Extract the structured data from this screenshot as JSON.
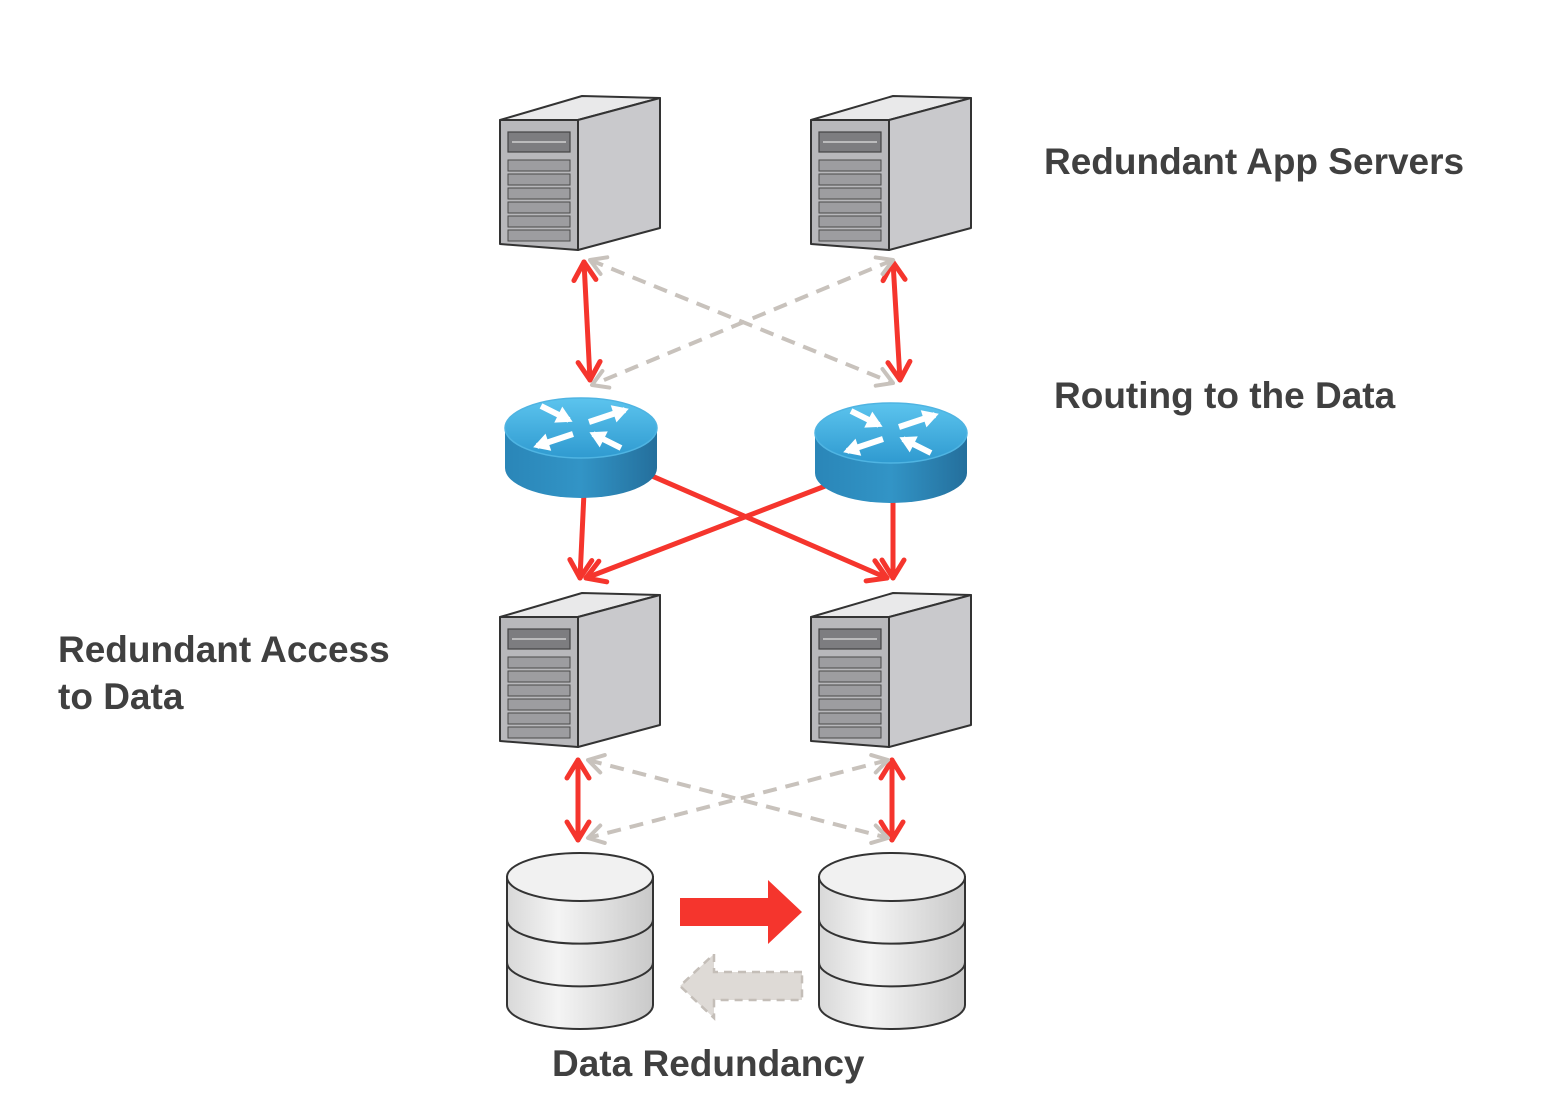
{
  "labels": {
    "app_servers": "Redundant App Servers",
    "routing": "Routing to the Data",
    "access": "Redundant Access\nto Data",
    "data_redundancy": "Data Redundancy"
  },
  "nodes": [
    {
      "id": "app-server-left",
      "kind": "server"
    },
    {
      "id": "app-server-right",
      "kind": "server"
    },
    {
      "id": "router-left",
      "kind": "router"
    },
    {
      "id": "router-right",
      "kind": "router"
    },
    {
      "id": "access-server-left",
      "kind": "server"
    },
    {
      "id": "access-server-right",
      "kind": "server"
    },
    {
      "id": "database-left",
      "kind": "database"
    },
    {
      "id": "database-right",
      "kind": "database"
    }
  ],
  "links": [
    {
      "from": "app-server-left",
      "to": "router-left",
      "style": "active"
    },
    {
      "from": "app-server-right",
      "to": "router-right",
      "style": "active"
    },
    {
      "from": "app-server-left",
      "to": "router-right",
      "style": "standby"
    },
    {
      "from": "app-server-right",
      "to": "router-left",
      "style": "standby"
    },
    {
      "from": "router-left",
      "to": "access-server-left",
      "style": "active"
    },
    {
      "from": "router-right",
      "to": "access-server-right",
      "style": "active"
    },
    {
      "from": "router-left",
      "to": "access-server-right",
      "style": "active"
    },
    {
      "from": "router-right",
      "to": "access-server-left",
      "style": "active"
    },
    {
      "from": "access-server-left",
      "to": "database-left",
      "style": "active"
    },
    {
      "from": "access-server-right",
      "to": "database-right",
      "style": "active"
    },
    {
      "from": "access-server-left",
      "to": "database-right",
      "style": "standby"
    },
    {
      "from": "access-server-right",
      "to": "database-left",
      "style": "standby"
    }
  ],
  "replication": [
    {
      "from": "database-left",
      "to": "database-right",
      "style": "active"
    },
    {
      "from": "database-right",
      "to": "database-left",
      "style": "standby"
    }
  ],
  "colors": {
    "active": "#f5352d",
    "standby": "#c8c2bc",
    "router_top": "#3aa9dc",
    "router_side": "#2a84b4",
    "server_front": "#b8b8bb",
    "server_side": "#c9c9cc",
    "server_top": "#e9e9ea",
    "database_fill": "#e6e6e6",
    "text": "#404040"
  }
}
